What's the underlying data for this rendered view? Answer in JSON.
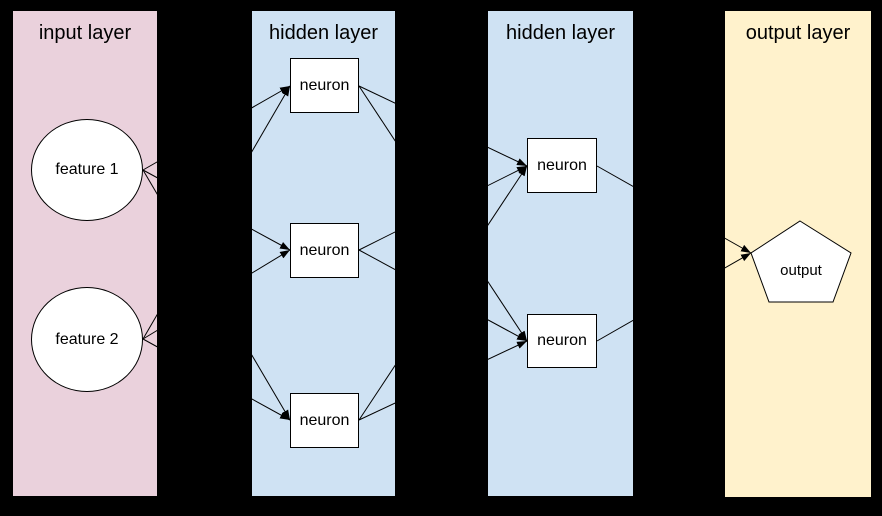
{
  "style": {
    "background": "#000000",
    "node_fill": "#ffffff",
    "line_color": "#000000",
    "text_color": "#000000"
  },
  "layers": [
    {
      "id": "input",
      "label": "input layer",
      "color": "#ead1dc",
      "nodes": [
        {
          "id": "feature1",
          "label": "feature 1",
          "shape": "ellipse"
        },
        {
          "id": "feature2",
          "label": "feature 2",
          "shape": "ellipse"
        }
      ]
    },
    {
      "id": "hidden1",
      "label": "hidden layer",
      "color": "#cfe2f3",
      "nodes": [
        {
          "id": "h1n1",
          "label": "neuron",
          "shape": "rect"
        },
        {
          "id": "h1n2",
          "label": "neuron",
          "shape": "rect"
        },
        {
          "id": "h1n3",
          "label": "neuron",
          "shape": "rect"
        }
      ]
    },
    {
      "id": "hidden2",
      "label": "hidden layer",
      "color": "#cfe2f3",
      "nodes": [
        {
          "id": "h2n1",
          "label": "neuron",
          "shape": "rect"
        },
        {
          "id": "h2n2",
          "label": "neuron",
          "shape": "rect"
        }
      ]
    },
    {
      "id": "output",
      "label": "output layer",
      "color": "#fff2cc",
      "nodes": [
        {
          "id": "output",
          "label": "output",
          "shape": "pentagon"
        }
      ]
    }
  ],
  "connections": [
    {
      "from": "feature1",
      "to": "h1n1"
    },
    {
      "from": "feature1",
      "to": "h1n2"
    },
    {
      "from": "feature1",
      "to": "h1n3"
    },
    {
      "from": "feature2",
      "to": "h1n1"
    },
    {
      "from": "feature2",
      "to": "h1n2"
    },
    {
      "from": "feature2",
      "to": "h1n3"
    },
    {
      "from": "h1n1",
      "to": "h2n1"
    },
    {
      "from": "h1n1",
      "to": "h2n2"
    },
    {
      "from": "h1n2",
      "to": "h2n1"
    },
    {
      "from": "h1n2",
      "to": "h2n2"
    },
    {
      "from": "h1n3",
      "to": "h2n1"
    },
    {
      "from": "h1n3",
      "to": "h2n2"
    },
    {
      "from": "h2n1",
      "to": "output"
    },
    {
      "from": "h2n2",
      "to": "output"
    }
  ]
}
